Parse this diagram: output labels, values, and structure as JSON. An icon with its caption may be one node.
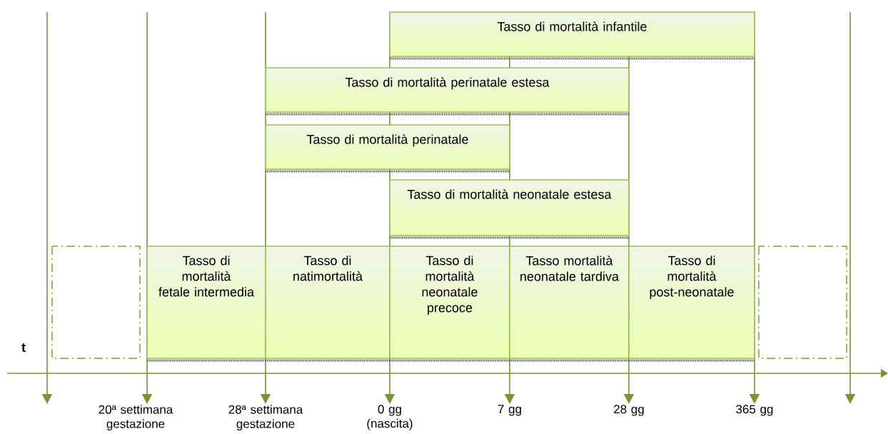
{
  "diagram": {
    "nodes": [
      {
        "text": [
          "Tasso di mortalità infantile"
        ]
      },
      {
        "text": [
          "Tasso di mortalità perinatale estesa"
        ]
      },
      {
        "text": [
          "Tasso di mortalità perinatale"
        ]
      },
      {
        "text": [
          "Tasso di mortalità neonatale estesa"
        ]
      },
      {
        "text": [],
        "shape": "box"
      },
      {
        "text": [
          "Tasso di mortalità fetale intermedia"
        ]
      },
      {
        "text": [
          "Tasso di natimortalità"
        ]
      },
      {
        "text": [
          "Tasso di mortalità neonatale precoce"
        ]
      },
      {
        "text": [
          "Tasso mortalità neonatale tardiva"
        ]
      },
      {
        "text": [
          "Tasso di mortalità post-neonatale"
        ]
      },
      {
        "text": [],
        "shape": "box"
      }
    ],
    "labels": [
      "t",
      "20ª settimana gestazione",
      "28ª settimana gestazione",
      "0 gg (nascita)",
      "7 gg",
      "28 gg",
      "365 gg"
    ]
  }
}
